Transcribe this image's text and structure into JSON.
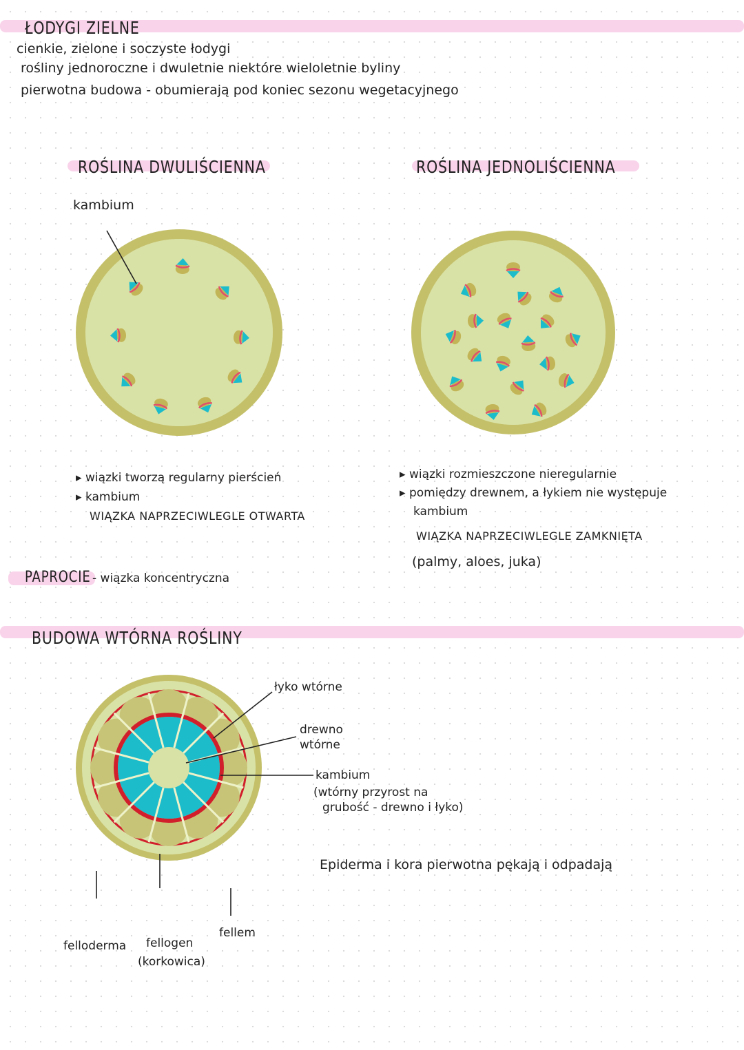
{
  "header": {
    "title": "ŁODYGI ZIELNE",
    "lines": [
      "cienkie, zielone i soczyste łodygi",
      "rośliny jednoroczne i dwuletnie niektóre wieloletnie byliny",
      "pierwotna budowa - obumierają pod koniec sezonu wegetacyjnego"
    ]
  },
  "dicot": {
    "heading": "ROŚLINA DWULIŚCIENNA",
    "label_kambium": "kambium",
    "bullets": [
      "wiązki tworzą regularny pierścień",
      "kambium"
    ],
    "note": "WIĄZKA NAPRZECIWLEGLE OTWARTA"
  },
  "monocot": {
    "heading": "ROŚLINA JEDNOLIŚCIENNA",
    "bullets": [
      "wiązki rozmieszczone nieregularnie",
      "pomiędzy drewnem, a łykiem nie występuje"
    ],
    "bullet_cont": "kambium",
    "note": "WIĄZKA NAPRZECIWLEGLE ZAMKNIĘTA",
    "examples": "(palmy, aloes, juka)"
  },
  "ferns": {
    "label": "PAPROCIE",
    "text": "- wiązka koncentryczna"
  },
  "secondary": {
    "heading": "BUDOWA WTÓRNA ROŚLINY",
    "labels": {
      "lyko": "łyko wtórne",
      "drewno_1": "drewno",
      "drewno_2": "wtórne",
      "kambium": "kambium",
      "kambium_desc_1": "(wtórny przyrost na",
      "kambium_desc_2": "grubość - drewno i łyko)",
      "epiderma": "Epiderma i kora pierwotna pękają i odpadają",
      "felloderma": "felloderma",
      "fellogen": "fellogen",
      "fellogen_sub": "(korkowica)",
      "fellem": "fellem"
    }
  },
  "colors": {
    "band": "#f9d3ea",
    "rind": "#c4c06a",
    "pith": "#d9e2a6",
    "xylem": "#1cbccb",
    "phloem": "#c2b557",
    "cambium_line": "#d11f2c",
    "bundle_red": "#e0506a",
    "lobes": "#c8c477"
  }
}
